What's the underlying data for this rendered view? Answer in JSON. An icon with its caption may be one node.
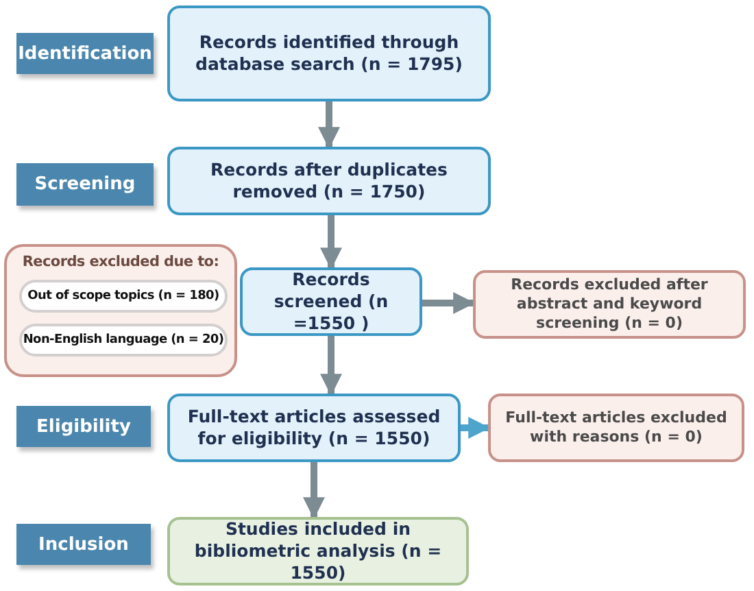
{
  "diagram": {
    "nodes": [
      {
        "text": [
          "Identification"
        ]
      },
      {
        "text": [
          "Records identified through database search (n = 1795)"
        ]
      },
      {
        "text": [
          "Screening"
        ]
      },
      {
        "text": [
          "Records after duplicates removed (n = 1750)"
        ]
      },
      {
        "text": [
          "Records excluded due to:"
        ]
      },
      {
        "text": [
          "Out of scope topics (n = 180)"
        ],
        "in": 4
      },
      {
        "text": [
          "Non-English language (n = 20)"
        ],
        "in": 4
      },
      {
        "text": [
          "Records screened (n =1550 )"
        ]
      },
      {
        "text": [
          "Records excluded after abstract and keyword screening (n = 0)"
        ]
      },
      {
        "text": [
          "Eligibility"
        ]
      },
      {
        "text": [
          "Full-text articles assessed for eligibility (n = 1550)"
        ]
      },
      {
        "text": [
          "Full-text articles excluded with reasons (n = 0)"
        ]
      },
      {
        "text": [
          "Inclusion"
        ]
      },
      {
        "text": [
          "Studies included in bibliometric analysis (n = 1550)"
        ]
      }
    ],
    "edges": [
      {
        "from": 1,
        "to": 3,
        "arrow": "to"
      },
      {
        "from": 3,
        "to": 7,
        "arrow": "to"
      },
      {
        "from": 7,
        "to": 8,
        "arrow": "to"
      },
      {
        "from": 7,
        "to": 10,
        "arrow": "to"
      },
      {
        "from": 10,
        "to": 11,
        "arrow": "to",
        "color": "#4ea5cc"
      },
      {
        "from": 10,
        "to": 13,
        "arrow": "to"
      }
    ]
  }
}
